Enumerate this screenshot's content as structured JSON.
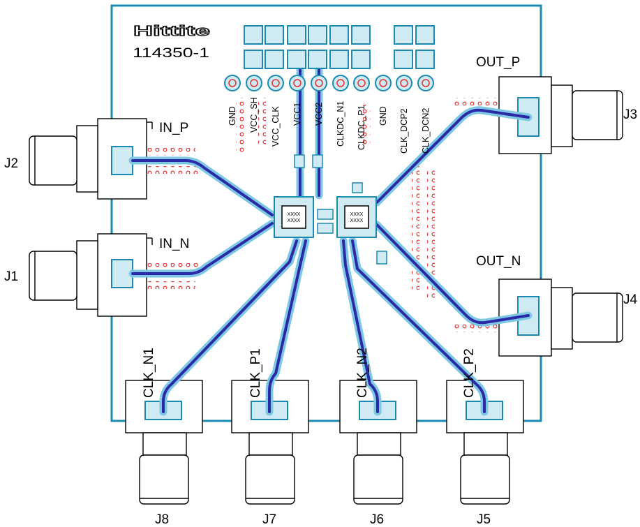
{
  "board": {
    "logo": "Hittite",
    "part_number": "114350-1",
    "chip_marking": [
      "XXXX",
      "XXXX"
    ]
  },
  "signals": {
    "in_p": "IN_P",
    "in_n": "IN_N",
    "out_p": "OUT_P",
    "out_n": "OUT_N",
    "clk_n1": "CLK_N1",
    "clk_p1": "CLK_P1",
    "clk_n2": "CLK_N2",
    "clk_p2": "CLK_P2"
  },
  "connectors": [
    "J1",
    "J2",
    "J3",
    "J4",
    "J5",
    "J6",
    "J7",
    "J8"
  ],
  "header_pins": [
    "GND",
    "VCC_SH",
    "VCC_CLK",
    "VCC1",
    "VCC2",
    "CLKDC_N1",
    "CLKDC_P1",
    "GND",
    "CLK_DCP2",
    "CLK_DCN2"
  ],
  "colors": {
    "board_outline": "#1a8ab0",
    "trace": "#2a2aa8",
    "copper": "#7ec8e3",
    "via": "#e23030"
  }
}
